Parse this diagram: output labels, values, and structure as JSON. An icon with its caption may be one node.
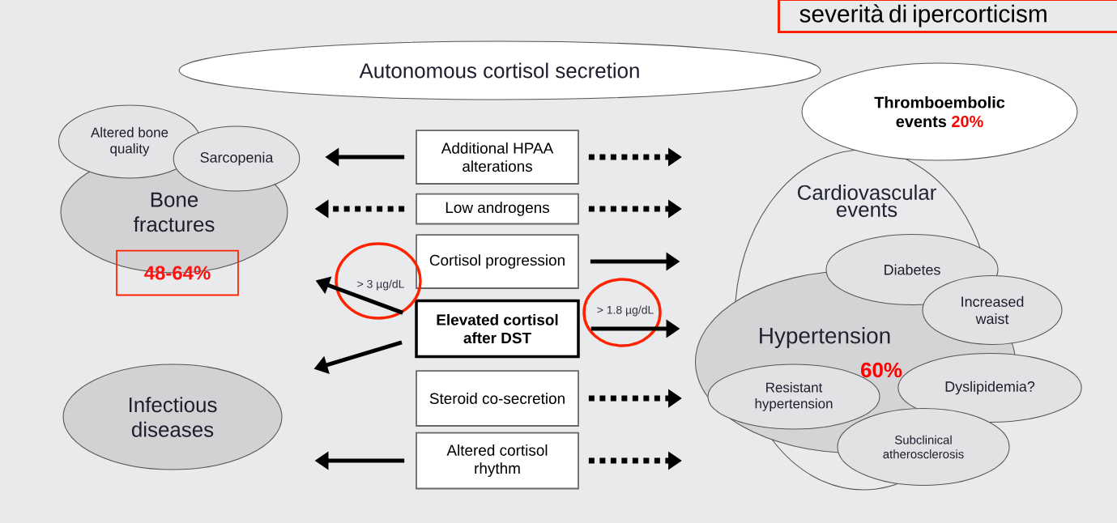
{
  "diagram": {
    "nodes": [
      {
        "text": [
          "Autonomous cortisol secretion"
        ]
      },
      {
        "text": [
          "Bone fractures"
        ]
      },
      {
        "text": [
          "Altered bone quality"
        ]
      },
      {
        "text": [
          "Sarcopenia"
        ]
      },
      {
        "text": [
          "48-64%"
        ]
      },
      {
        "text": [
          "Infectious diseases"
        ]
      },
      {
        "text": [
          "Additional HPAA alterations"
        ]
      },
      {
        "text": [
          "Low androgens"
        ]
      },
      {
        "text": [
          "Cortisol progression"
        ]
      },
      {
        "text": [
          "Elevated cortisol after DST"
        ]
      },
      {
        "text": [
          "Steroid co-secretion"
        ]
      },
      {
        "text": [
          "Altered cortisol rhythm"
        ]
      },
      {
        "text": [
          "Thromboembolic events",
          "20%"
        ]
      },
      {
        "text": [
          "Cardiovascular events"
        ]
      },
      {
        "text": [
          "Hypertension",
          "60%"
        ]
      },
      {
        "text": [
          "Diabetes"
        ],
        "in": 13
      },
      {
        "text": [
          "Increased waist"
        ]
      },
      {
        "text": [
          "Dyslipidemia?"
        ]
      },
      {
        "text": [
          "Resistant hypertension"
        ],
        "in": 14
      },
      {
        "text": [
          "Subclinical atherosclerosis"
        ]
      }
    ],
    "edges": [
      {
        "from": 6,
        "to": 3,
        "arrow": "to"
      },
      {
        "from": 6,
        "to": null,
        "arrow": "to",
        "style": "dashed"
      },
      {
        "from": 7,
        "to": 1,
        "arrow": "to",
        "style": "dashed"
      },
      {
        "from": 7,
        "to": null,
        "arrow": "to",
        "style": "dashed"
      },
      {
        "from": 8,
        "to": 13,
        "arrow": "to"
      },
      {
        "from": 9,
        "to": 1,
        "arrow": "to",
        "label": "> 3 µg/dL"
      },
      {
        "from": 9,
        "to": 13,
        "arrow": "to",
        "label": "> 1.8 µg/dL"
      },
      {
        "from": 9,
        "to": 5,
        "arrow": "to"
      },
      {
        "from": 10,
        "to": null,
        "arrow": "to",
        "style": "dashed"
      },
      {
        "from": 11,
        "to": 5,
        "arrow": "to"
      },
      {
        "from": 11,
        "to": null,
        "arrow": "to",
        "style": "dashed"
      }
    ],
    "labels": [
      "severità di ipercorticism"
    ]
  }
}
